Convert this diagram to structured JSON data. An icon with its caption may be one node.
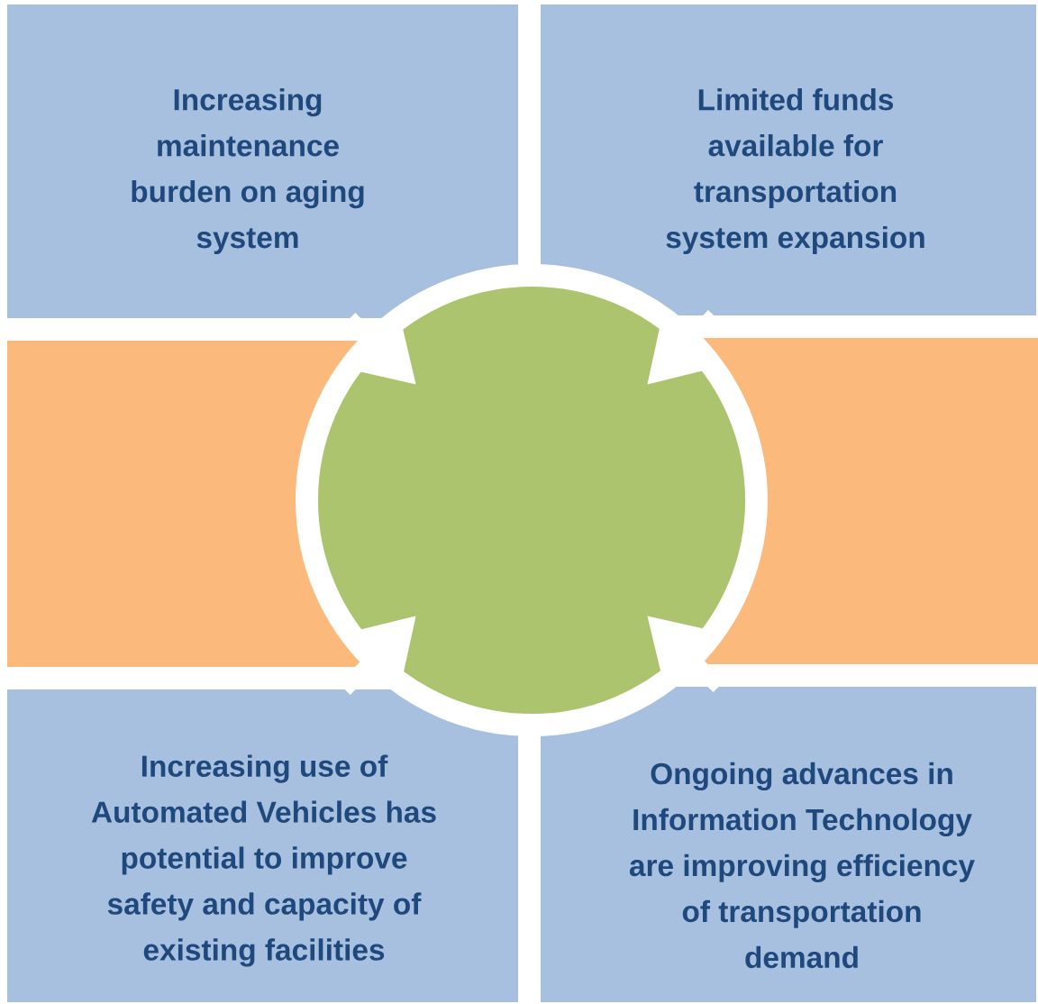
{
  "diagram": {
    "nodes": [
      {
        "text": [
          "Increasing maintenance burden on aging system"
        ]
      },
      {
        "text": [
          "Limited funds available for transportation system expansion"
        ]
      },
      {
        "text": [],
        "shape": "bar"
      },
      {
        "text": [],
        "shape": "bar"
      },
      {
        "text": [],
        "shape": "circle"
      },
      {
        "text": [
          "Increasing use of Automated Vehicles has potential to improve safety and capacity of existing facilities"
        ]
      },
      {
        "text": [
          "Ongoing advances in Information Technology are improving efficiency of transportation demand"
        ]
      }
    ],
    "edges": [
      {
        "from": 0,
        "to": 4,
        "arrow": "to"
      },
      {
        "from": 1,
        "to": 4,
        "arrow": "to"
      },
      {
        "from": 5,
        "to": 4,
        "arrow": "to"
      },
      {
        "from": 6,
        "to": 4,
        "arrow": "to"
      }
    ]
  }
}
